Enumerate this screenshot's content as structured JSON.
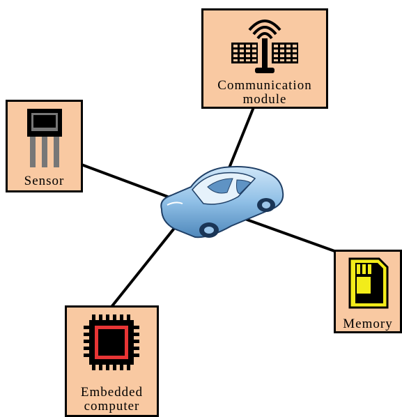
{
  "nodes": {
    "communication": {
      "label": "Communication\nmodule",
      "icon": "satellite-antenna-icon"
    },
    "sensor": {
      "label": "Sensor",
      "icon": "sensor-chip-icon"
    },
    "memory": {
      "label": "Memory",
      "icon": "sd-card-icon"
    },
    "embedded": {
      "label": "Embedded\ncomputer",
      "icon": "cpu-chip-icon"
    }
  },
  "center": {
    "icon": "car-icon"
  },
  "colors": {
    "box_fill": "#f9c9a2",
    "car_body": "#8fbfe6",
    "chip_border": "#e83535",
    "card_color": "#f2ec1a"
  }
}
